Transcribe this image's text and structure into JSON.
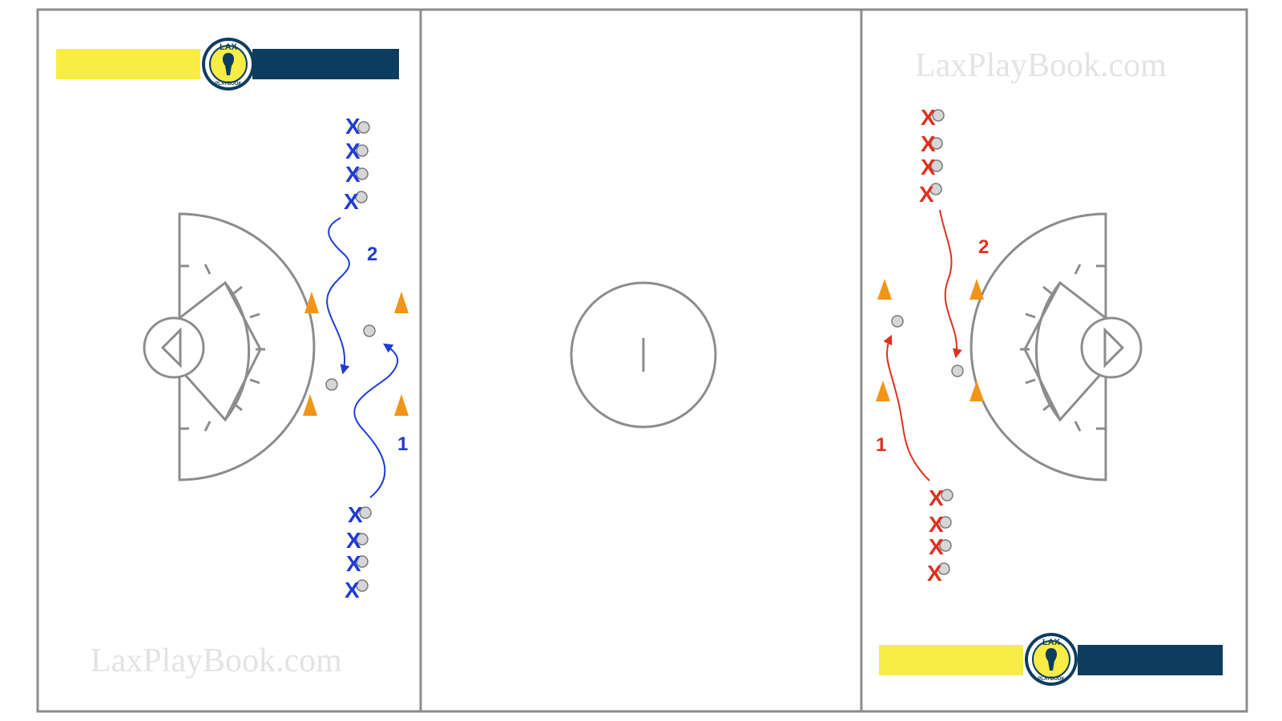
{
  "diagram": {
    "watermark_left": "LaxPlayBook.com",
    "watermark_right": "LaxPlayBook.com",
    "logo": {
      "top_text": "LAX",
      "bottom_text": "PLAYBOOK",
      "colors": {
        "yellow": "#f9ed45",
        "navy": "#0d3d5e"
      }
    },
    "left_drill": {
      "player_mark": "X",
      "path_labels": [
        "1",
        "2"
      ],
      "color": "#1f3bd6"
    },
    "right_drill": {
      "player_mark": "X",
      "path_labels": [
        "1",
        "2"
      ],
      "color": "#e0301e"
    },
    "cone_color": "#f29418",
    "field_line_color": "#8c8c8c"
  }
}
